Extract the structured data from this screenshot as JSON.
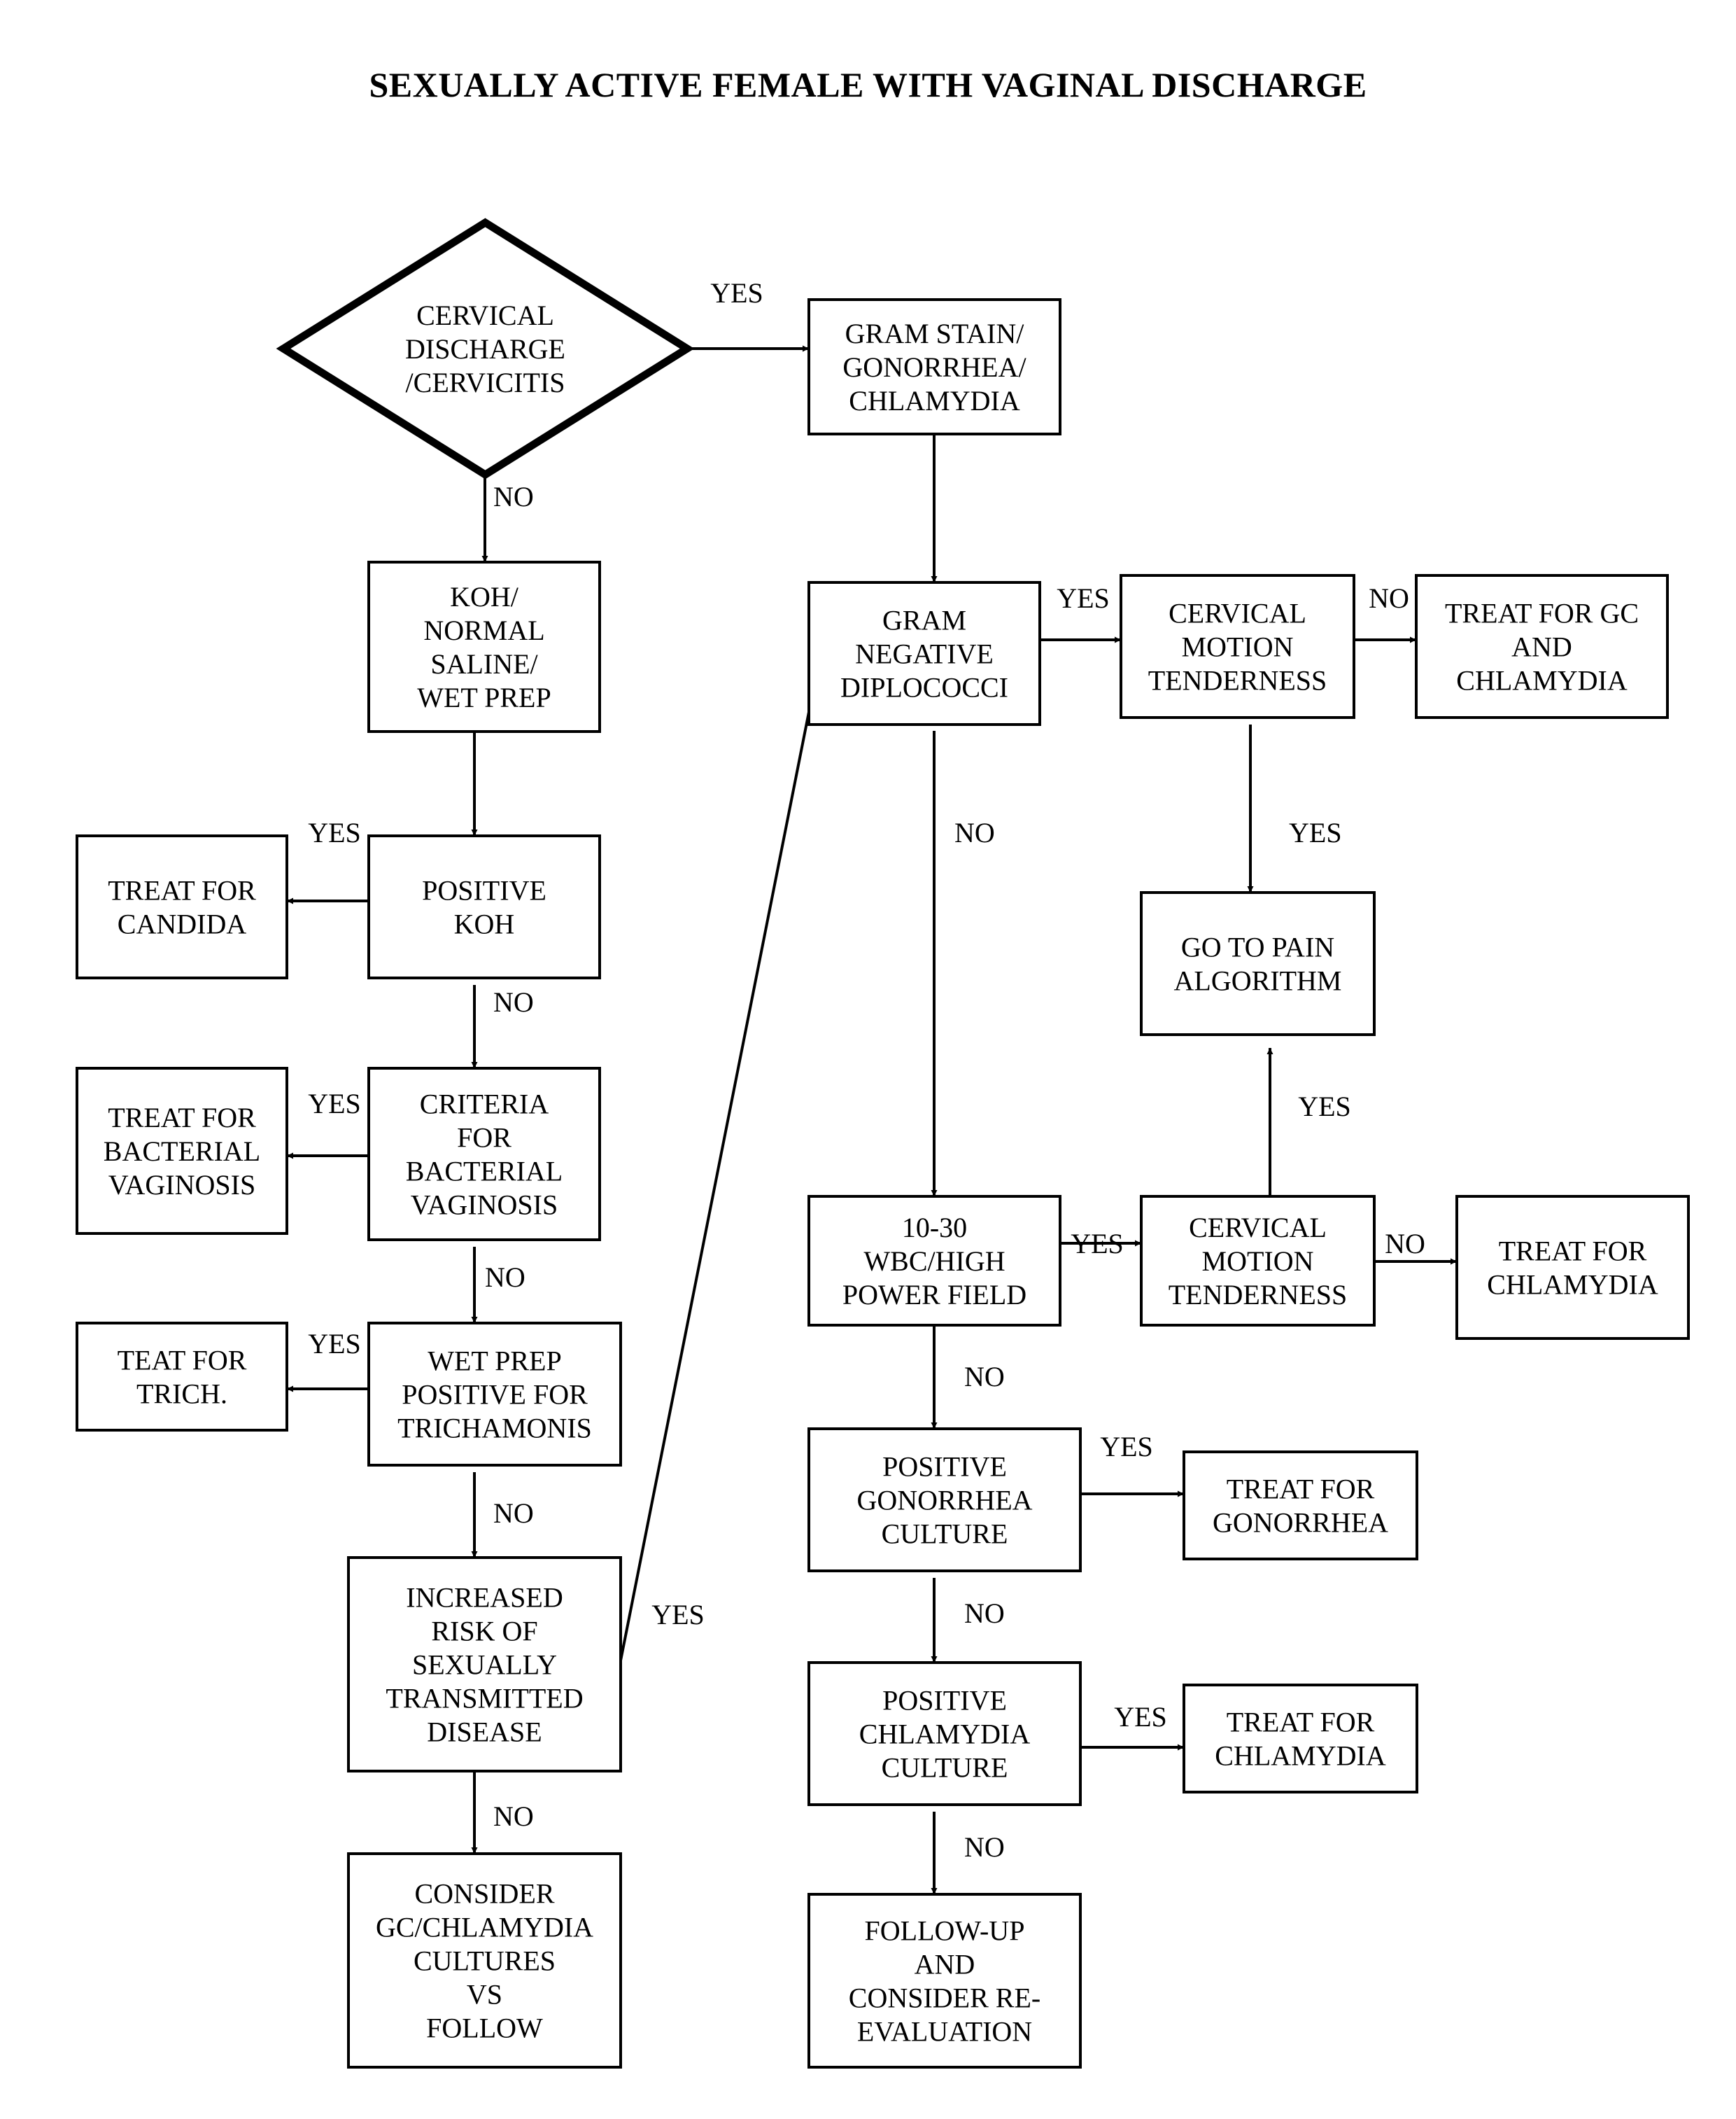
{
  "title": "SEXUALLY ACTIVE FEMALE WITH VAGINAL DISCHARGE",
  "nodes": {
    "cervical_discharge": [
      "CERVICAL",
      "DISCHARGE",
      "/CERVICITIS"
    ],
    "gram_stain": [
      "GRAM STAIN/",
      "GONORRHEA/",
      "CHLAMYDIA"
    ],
    "koh_prep": [
      "KOH/",
      "NORMAL",
      "SALINE/",
      "WET PREP"
    ],
    "gram_negative": [
      "GRAM",
      "NEGATIVE",
      "DIPLOCOCCI"
    ],
    "cmt_top": [
      "CERVICAL",
      "MOTION",
      "TENDERNESS"
    ],
    "treat_gc_chlamydia": [
      "TREAT FOR GC",
      "AND",
      "CHLAMYDIA"
    ],
    "positive_koh": [
      "POSITIVE",
      "KOH"
    ],
    "treat_candida": [
      "TREAT FOR",
      "CANDIDA"
    ],
    "pain_algorithm": [
      "GO TO PAIN",
      "ALGORITHM"
    ],
    "criteria_bv": [
      "CRITERIA",
      "FOR",
      "BACTERIAL",
      "VAGINOSIS"
    ],
    "treat_bv": [
      "TREAT FOR",
      "BACTERIAL",
      "VAGINOSIS"
    ],
    "wbc_field": [
      "10-30",
      "WBC/HIGH",
      "POWER FIELD"
    ],
    "cmt_bottom": [
      "CERVICAL",
      "MOTION",
      "TENDERNESS"
    ],
    "treat_chlamydia_right": [
      "TREAT FOR",
      "CHLAMYDIA"
    ],
    "wet_prep": [
      "WET PREP",
      "POSITIVE FOR",
      "TRICHAMONIS"
    ],
    "treat_trich": [
      "TEAT FOR",
      "TRICH."
    ],
    "gonorrhea_culture": [
      "POSITIVE",
      "GONORRHEA",
      "CULTURE"
    ],
    "treat_gonorrhea": [
      "TREAT FOR",
      "GONORRHEA"
    ],
    "std_risk": [
      "INCREASED",
      "RISK OF",
      "SEXUALLY",
      "TRANSMITTED",
      "DISEASE"
    ],
    "chlamydia_culture": [
      "POSITIVE",
      "CHLAMYDIA",
      "CULTURE"
    ],
    "treat_chlamydia_bottom": [
      "TREAT FOR",
      "CHLAMYDIA"
    ],
    "consider_cultures": [
      "CONSIDER",
      "GC/CHLAMYDIA",
      "CULTURES",
      "VS",
      "FOLLOW"
    ],
    "followup": [
      "FOLLOW-UP",
      "AND",
      "CONSIDER RE-",
      "EVALUATION"
    ]
  },
  "edges": [
    {
      "from": "cervical_discharge",
      "to": "gram_stain",
      "label": "YES"
    },
    {
      "from": "cervical_discharge",
      "to": "koh_prep",
      "label": "NO"
    },
    {
      "from": "gram_stain",
      "to": "gram_negative",
      "label": ""
    },
    {
      "from": "gram_negative",
      "to": "cmt_top",
      "label": "YES"
    },
    {
      "from": "cmt_top",
      "to": "treat_gc_chlamydia",
      "label": "NO"
    },
    {
      "from": "cmt_top",
      "to": "pain_algorithm",
      "label": "YES"
    },
    {
      "from": "gram_negative",
      "to": "wbc_field",
      "label": "NO"
    },
    {
      "from": "koh_prep",
      "to": "positive_koh",
      "label": ""
    },
    {
      "from": "positive_koh",
      "to": "treat_candida",
      "label": "YES"
    },
    {
      "from": "positive_koh",
      "to": "criteria_bv",
      "label": "NO"
    },
    {
      "from": "criteria_bv",
      "to": "treat_bv",
      "label": "YES"
    },
    {
      "from": "criteria_bv",
      "to": "wet_prep",
      "label": "NO"
    },
    {
      "from": "wet_prep",
      "to": "treat_trich",
      "label": "YES"
    },
    {
      "from": "wet_prep",
      "to": "std_risk",
      "label": "NO"
    },
    {
      "from": "std_risk",
      "to": "gram_negative",
      "label": "YES"
    },
    {
      "from": "std_risk",
      "to": "consider_cultures",
      "label": "NO"
    },
    {
      "from": "wbc_field",
      "to": "cmt_bottom",
      "label": "YES"
    },
    {
      "from": "cmt_bottom",
      "to": "pain_algorithm",
      "label": "YES"
    },
    {
      "from": "cmt_bottom",
      "to": "treat_chlamydia_right",
      "label": "NO"
    },
    {
      "from": "wbc_field",
      "to": "gonorrhea_culture",
      "label": "NO"
    },
    {
      "from": "gonorrhea_culture",
      "to": "treat_gonorrhea",
      "label": "YES"
    },
    {
      "from": "gonorrhea_culture",
      "to": "chlamydia_culture",
      "label": "NO"
    },
    {
      "from": "chlamydia_culture",
      "to": "treat_chlamydia_bottom",
      "label": "YES"
    },
    {
      "from": "chlamydia_culture",
      "to": "followup",
      "label": "NO"
    }
  ]
}
